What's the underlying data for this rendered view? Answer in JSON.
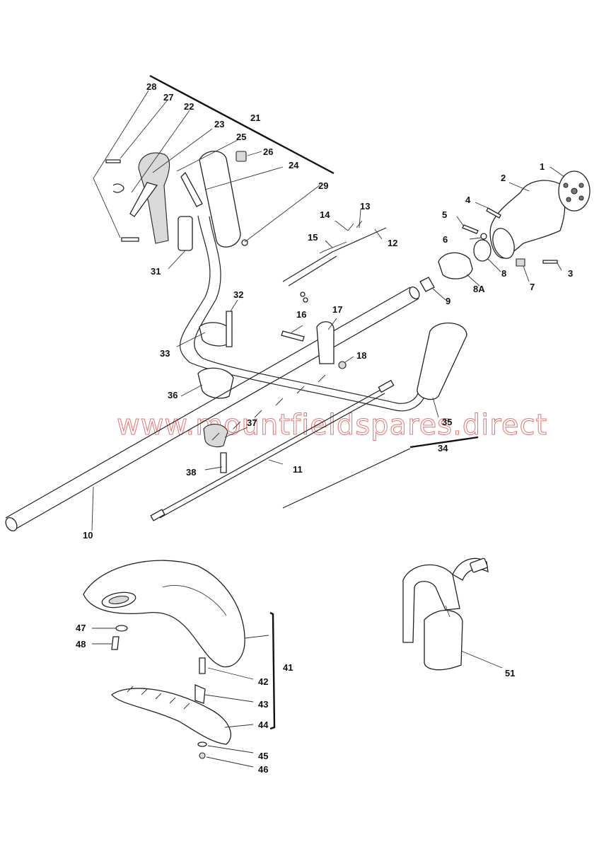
{
  "watermark": "www.mountfieldspares.direct",
  "labels": {
    "p1": "1",
    "p2": "2",
    "p3": "3",
    "p4": "4",
    "p5": "5",
    "p6": "6",
    "p7": "7",
    "p8": "8",
    "p8a": "8A",
    "p9": "9",
    "p10": "10",
    "p11": "11",
    "p12": "12",
    "p13": "13",
    "p14": "14",
    "p15": "15",
    "p16": "16",
    "p17": "17",
    "p18": "18",
    "p21": "21",
    "p22": "22",
    "p23": "23",
    "p24": "24",
    "p25": "25",
    "p26": "26",
    "p27": "27",
    "p28": "28",
    "p29": "29",
    "p31": "31",
    "p32": "32",
    "p33": "33",
    "p34": "34",
    "p35": "35",
    "p36": "36",
    "p37": "37",
    "p38": "38",
    "p41": "41",
    "p42": "42",
    "p43": "43",
    "p44": "44",
    "p45": "45",
    "p46": "46",
    "p47": "47",
    "p48": "48",
    "p51": "51"
  },
  "colors": {
    "line": "#222222",
    "watermark": "#e57373",
    "shade": "#d9d9d9"
  }
}
